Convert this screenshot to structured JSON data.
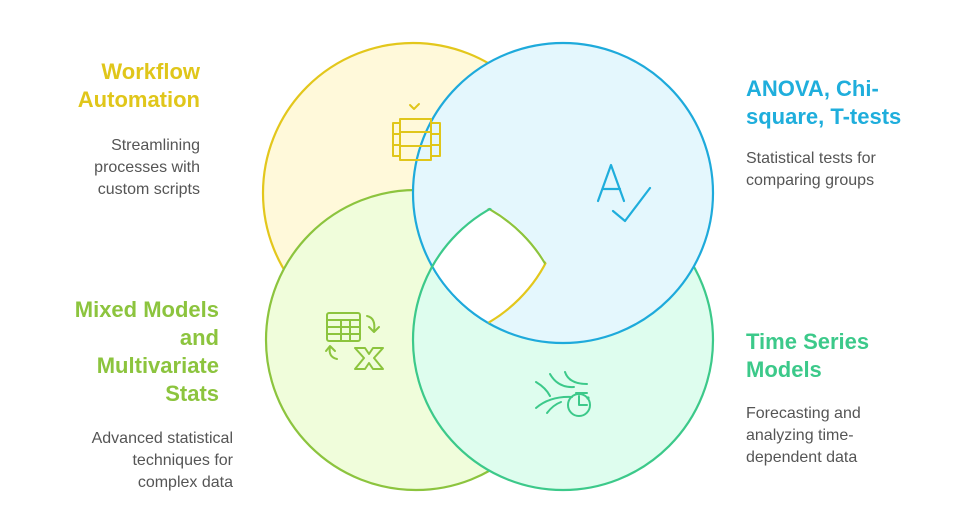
{
  "diagram": {
    "type": "interlocking-circles",
    "colors": {
      "workflow": {
        "stroke": "#E3C71C",
        "fill": "#FFF9DA",
        "text": "#E0C61A"
      },
      "anova": {
        "stroke": "#1EAADB",
        "fill": "#E4F7FD",
        "text": "#1FAEDC"
      },
      "mixed": {
        "stroke": "#8CC43E",
        "fill": "#F0FDDB",
        "text": "#8CC43E"
      },
      "time": {
        "stroke": "#3CC98A",
        "fill": "#DEFDEE",
        "text": "#3CC98A"
      },
      "description_text": "#555555"
    },
    "sections": [
      {
        "id": "workflow",
        "title": "Workflow\nAutomation",
        "description": "Streamlining\nprocesses with\ncustom scripts",
        "icon": "database-columns-check-icon"
      },
      {
        "id": "anova",
        "title": "ANOVA, Chi-\nsquare, T-tests",
        "description": "Statistical tests for\ncomparing groups",
        "icon": "spell-check-icon"
      },
      {
        "id": "mixed",
        "title": "Mixed Models\nand\nMultivariate\nStats",
        "description": "Advanced statistical\ntechniques for\ncomplex data",
        "icon": "spreadsheet-convert-icon"
      },
      {
        "id": "time",
        "title": "Time Series\nModels",
        "description": "Forecasting and\nanalyzing time-\ndependent data",
        "icon": "trend-clock-icon"
      }
    ]
  }
}
